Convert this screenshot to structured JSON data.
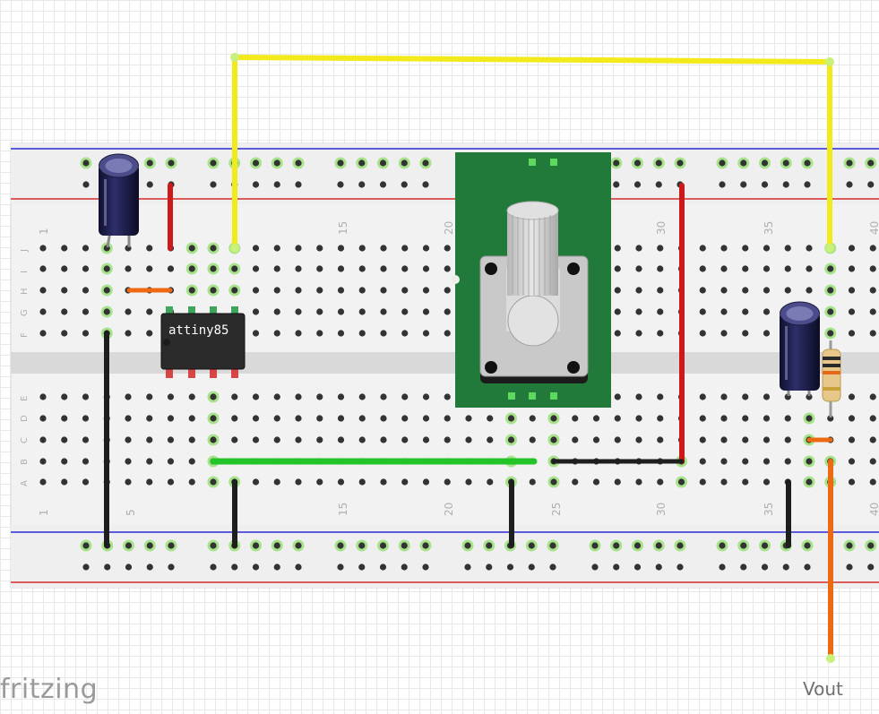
{
  "brand": "fritzing",
  "chip": {
    "label": "attiny85"
  },
  "output_label": "Vout",
  "column_numbers": [
    "1",
    "5",
    "15",
    "20",
    "25",
    "30",
    "35",
    "40"
  ],
  "row_letters_top": [
    "J",
    "I",
    "H",
    "G",
    "F"
  ],
  "row_letters_bottom": [
    "E",
    "D",
    "C",
    "B",
    "A"
  ],
  "colors": {
    "wire_yellow": "#f2ea1a",
    "wire_red": "#cc1a1a",
    "wire_black": "#1e1e1e",
    "wire_green": "#22c427",
    "wire_orange": "#ee6a12",
    "potentiometer_board": "#217a3a",
    "capacitor": "#1d1d4a",
    "chip": "#2b2b2b",
    "rail_blue": "#2a2ad6",
    "rail_red": "#d62a2a"
  }
}
